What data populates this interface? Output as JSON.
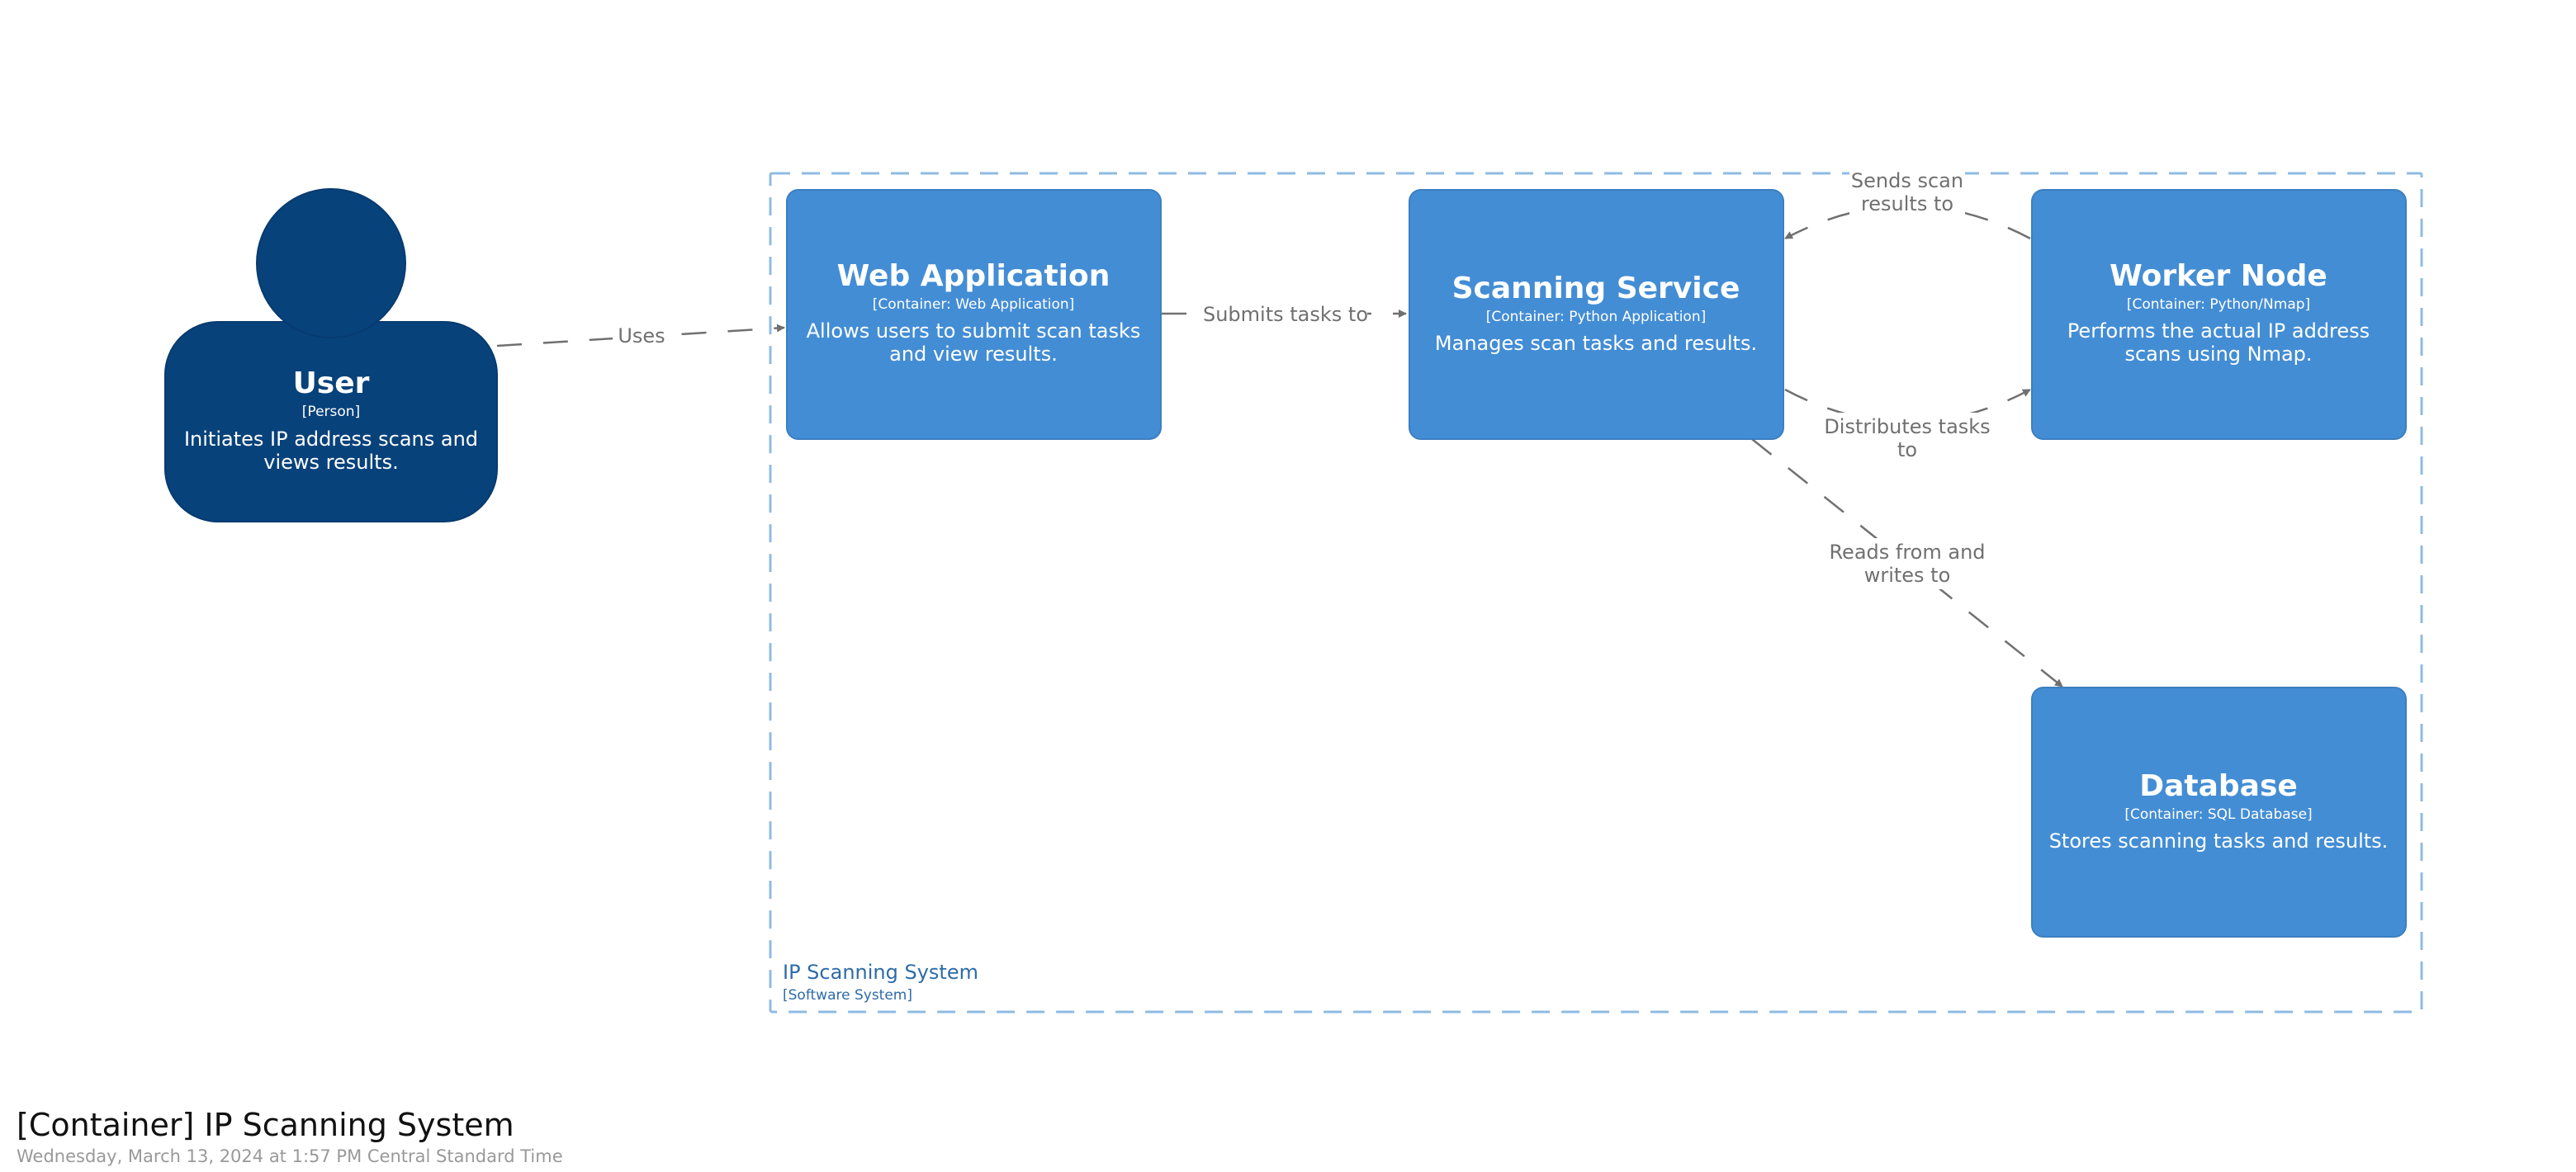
{
  "title": "[Container] IP Scanning System",
  "subtitle": "Wednesday, March 13, 2024 at 1:57 PM Central Standard Time",
  "colors": {
    "person": "#08427b",
    "container": "#438dd5",
    "boundary": "#8fbbe3",
    "edge": "#707070",
    "boundary_text": "#2e6ba8"
  },
  "boundary": {
    "name": "IP Scanning System",
    "type": "[Software System]"
  },
  "person": {
    "name": "User",
    "type": "[Person]",
    "description_lines": [
      "Initiates IP address scans and",
      "views results."
    ]
  },
  "containers": {
    "web_app": {
      "name": "Web Application",
      "type": "[Container: Web Application]",
      "description_lines": [
        "Allows users to submit scan tasks",
        "and view results."
      ]
    },
    "scanning_service": {
      "name": "Scanning Service",
      "type": "[Container: Python Application]",
      "description_lines": [
        "Manages scan tasks and results."
      ]
    },
    "worker_node": {
      "name": "Worker Node",
      "type": "[Container: Python/Nmap]",
      "description_lines": [
        "Performs the actual IP address",
        "scans using Nmap."
      ]
    },
    "database": {
      "name": "Database",
      "type": "[Container: SQL Database]",
      "description_lines": [
        "Stores scanning tasks and results."
      ]
    }
  },
  "relationships": {
    "user_web": {
      "label_lines": [
        "Uses"
      ]
    },
    "web_scan": {
      "label_lines": [
        "Submits tasks to"
      ]
    },
    "worker_scan": {
      "label_lines": [
        "Sends scan",
        "results to"
      ]
    },
    "scan_worker": {
      "label_lines": [
        "Distributes tasks",
        "to"
      ]
    },
    "scan_db": {
      "label_lines": [
        "Reads from and",
        "writes to"
      ]
    }
  }
}
